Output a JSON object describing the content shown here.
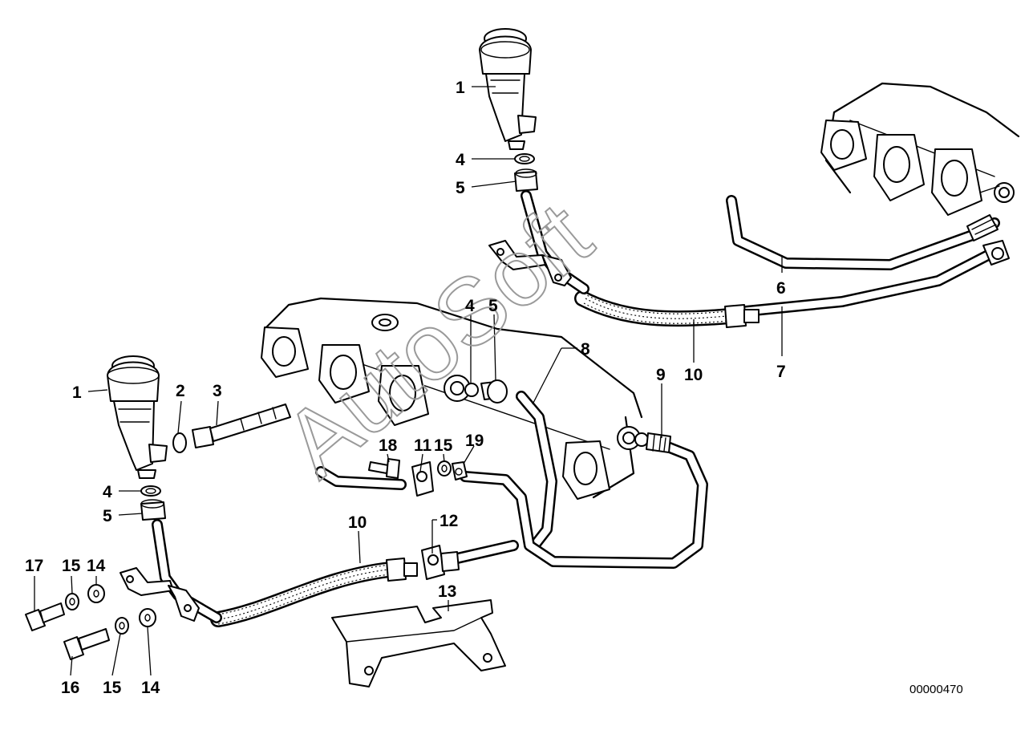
{
  "watermark": "AutoSoft",
  "reference_number": "00000470",
  "callouts": [
    {
      "text": "1"
    },
    {
      "text": "4"
    },
    {
      "text": "5"
    },
    {
      "text": "1"
    },
    {
      "text": "2"
    },
    {
      "text": "3"
    },
    {
      "text": "4"
    },
    {
      "text": "5"
    },
    {
      "text": "4"
    },
    {
      "text": "5"
    },
    {
      "text": "8"
    },
    {
      "text": "9"
    },
    {
      "text": "6"
    },
    {
      "text": "7"
    },
    {
      "text": "10"
    },
    {
      "text": "18"
    },
    {
      "text": "11"
    },
    {
      "text": "15"
    },
    {
      "text": "19"
    },
    {
      "text": "10"
    },
    {
      "text": "12"
    },
    {
      "text": "13"
    },
    {
      "text": "17"
    },
    {
      "text": "15"
    },
    {
      "text": "14"
    },
    {
      "text": "16"
    },
    {
      "text": "15"
    },
    {
      "text": "14"
    }
  ]
}
